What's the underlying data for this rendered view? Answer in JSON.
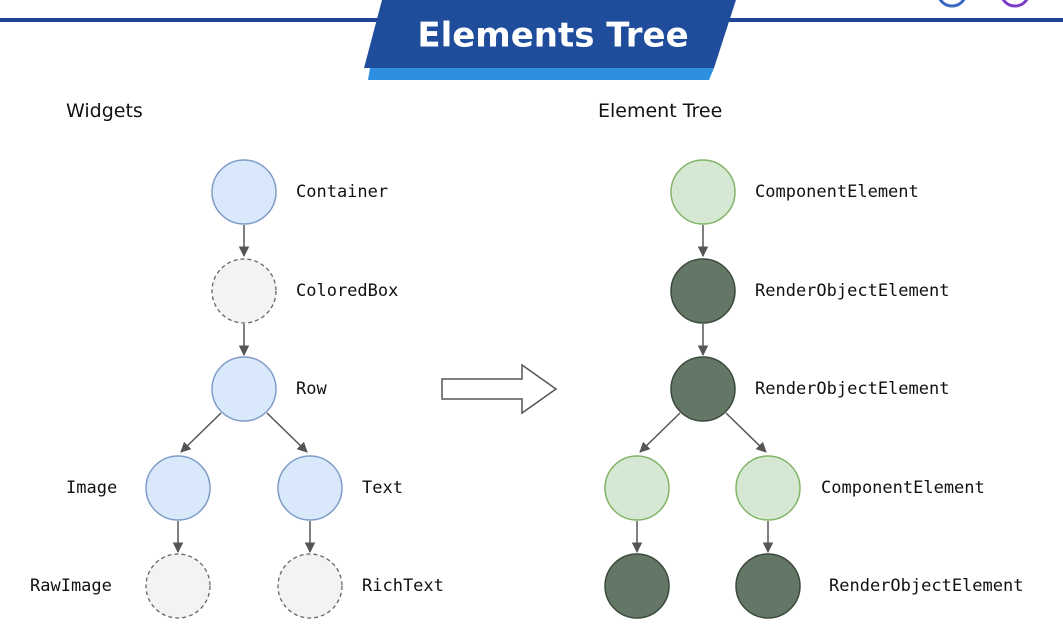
{
  "banner": {
    "title": "Elements Tree"
  },
  "widgets": {
    "heading": "Widgets",
    "nodes": {
      "container": "Container",
      "colored_box": "ColoredBox",
      "row": "Row",
      "image": "Image",
      "text": "Text",
      "raw_image": "RawImage",
      "rich_text": "RichText"
    }
  },
  "element_tree": {
    "heading": "Element Tree",
    "nodes": {
      "component_1": "ComponentElement",
      "render_object_1": "RenderObjectElement",
      "render_object_2": "RenderObjectElement",
      "component_2": "ComponentElement",
      "render_object_3": "RenderObjectElement"
    }
  },
  "colors": {
    "banner_dark": "#1e4595",
    "banner_light": "#2e8fe0",
    "widget_fill": "#dae8fb",
    "widget_stroke": "#7f9cc8",
    "dashed_fill": "#f3f3f3",
    "dashed_stroke": "#666666",
    "component_fill": "#d5e8d4",
    "component_stroke": "#82b366",
    "render_fill": "#647766",
    "render_stroke": "#3a4a3c",
    "arrow": "#555555"
  }
}
